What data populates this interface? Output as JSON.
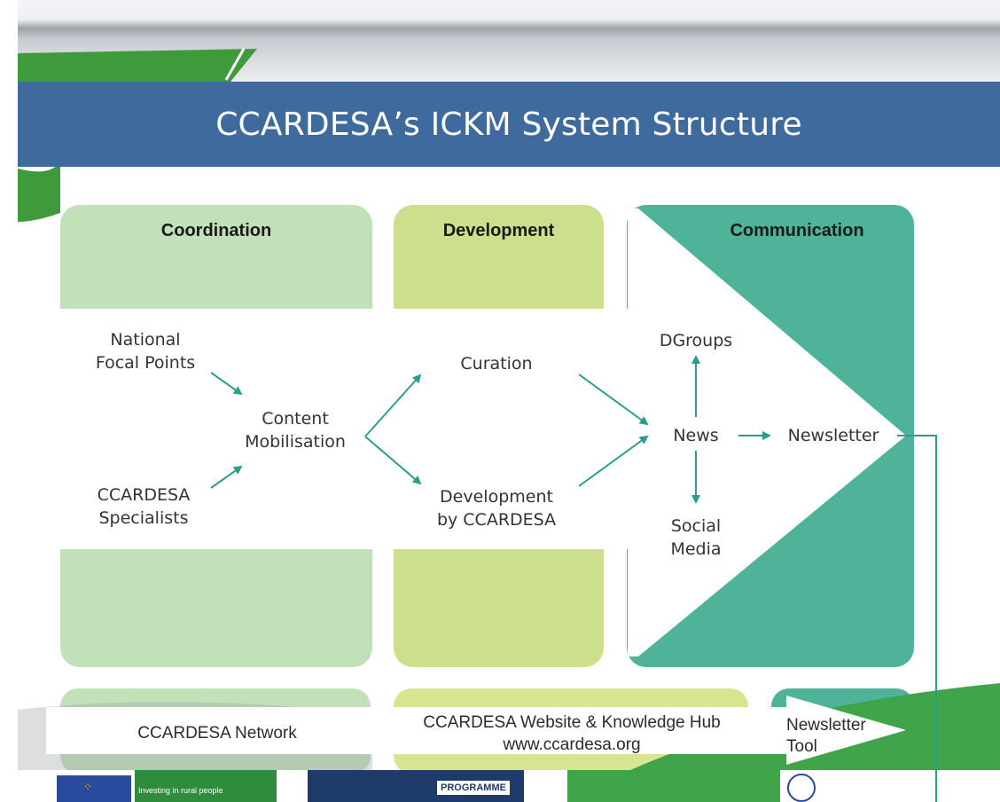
{
  "slide": {
    "title": "CCARDESA’s ICKM System Structure"
  },
  "columns": [
    {
      "id": "coordination",
      "label": "Coordination",
      "color": "#c2e1b8"
    },
    {
      "id": "development",
      "label": "Development",
      "color": "#cbdf8c"
    },
    {
      "id": "communication",
      "label": "Communication",
      "color": "#4fb39a"
    }
  ],
  "flow_nodes": {
    "national_focal_points": [
      "National",
      "Focal Points"
    ],
    "ccardesa_specialists": [
      "CCARDESA",
      "Specialists"
    ],
    "content_mobilisation": [
      "Content",
      "Mobilisation"
    ],
    "curation": [
      "Curation"
    ],
    "development_by_ccardesa": [
      "Development",
      "by CCARDESA"
    ],
    "dgroups": [
      "DGroups"
    ],
    "news": [
      "News"
    ],
    "social_media": [
      "Social",
      "Media"
    ],
    "newsletter": [
      "Newsletter"
    ]
  },
  "bottom_band": {
    "network": "CCARDESA Network",
    "website_line1": "CCARDESA Website & Knowledge Hub",
    "website_line2": "www.ccardesa.org",
    "tool_line1": "Newsletter",
    "tool_line2": "Tool"
  },
  "footer_logos": {
    "ifad_tagline": "Investing in rural people",
    "programme": "PROGRAMME"
  },
  "colors": {
    "title_bar": "#3f6a9d",
    "arrow": "#2a9c8c",
    "bottom_coordination": "#c2e1b8",
    "bottom_development": "#d6e58f",
    "bottom_communication": "#4fb39a"
  }
}
